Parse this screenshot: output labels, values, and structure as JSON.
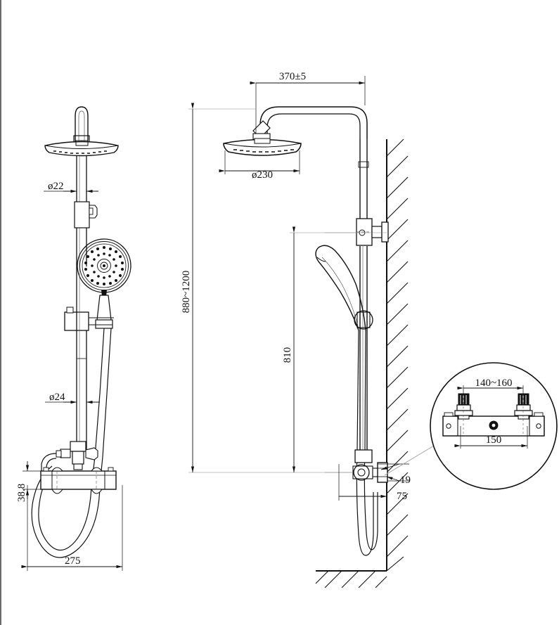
{
  "drawing": {
    "type": "technical-dimension-drawing",
    "subject": "Thermostatic shower column with rain head, hand shower and bar mixer",
    "views": [
      {
        "name": "front-elevation",
        "position": "left"
      },
      {
        "name": "side-elevation",
        "position": "center"
      },
      {
        "name": "detail-circle",
        "position": "right",
        "label": "mixer-inlet-detail"
      }
    ]
  },
  "dimensions": {
    "overhead_arm_projection": "370±5",
    "overhead_head_diameter": "ø230",
    "riser_height_range": "880~1200",
    "hand_shower_height": "810",
    "riser_tube_upper_diameter": "ø22",
    "riser_tube_lower_diameter": "ø24",
    "mixer_body_height": "38.8",
    "hose_loop_width": "275",
    "wall_offset_small": "19",
    "wall_offset_large": "75",
    "inlet_centres_range": "140~160",
    "mixer_bracket_centres": "150"
  },
  "annotations": {
    "wall_hatch": "wall-section-hatching",
    "floor_hatch": "floor-section-hatching",
    "leader": "detail-leader-line"
  },
  "colors": {
    "line": "#111111",
    "thin_line": "#555555",
    "border": "#6b6b6b",
    "background": "#ffffff"
  }
}
